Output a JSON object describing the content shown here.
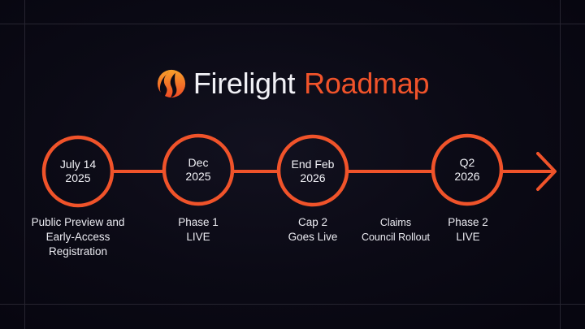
{
  "title": {
    "brand": "Firelight",
    "subtitle": "Roadmap",
    "logo_icon": "flame-icon"
  },
  "colors": {
    "background": "#0b0a15",
    "accent": "#f0532a",
    "text": "#f1f1f6",
    "grid": "#262430"
  },
  "milestones": [
    {
      "date_line1": "July 14",
      "date_line2": "2025",
      "label_lines": [
        "Public Preview and",
        "Early-Access",
        "Registration"
      ]
    },
    {
      "date_line1": "Dec",
      "date_line2": "2025",
      "label_lines": [
        "Phase 1",
        "LIVE"
      ]
    },
    {
      "date_line1": "End Feb",
      "date_line2": "2026",
      "label_lines": [
        "Cap 2",
        "Goes Live"
      ]
    },
    {
      "date_line1": "",
      "date_line2": "",
      "label_lines": [
        "Claims",
        "Council Rollout"
      ]
    },
    {
      "date_line1": "Q2",
      "date_line2": "2026",
      "label_lines": [
        "Phase 2",
        "LIVE"
      ]
    }
  ]
}
